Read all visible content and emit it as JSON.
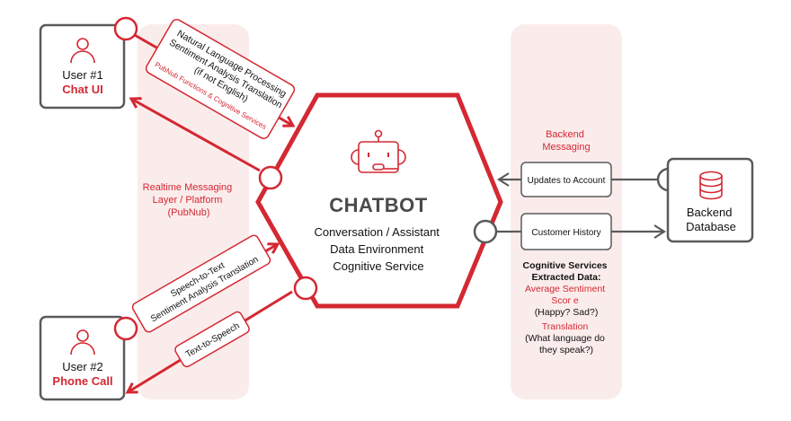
{
  "colors": {
    "accent": "#d42832",
    "dark": "#5a5a5a",
    "lane_bg": "#fbecec",
    "text": "#111111",
    "title_gray": "#4a4a4a"
  },
  "users": [
    {
      "title": "User #1",
      "subtitle": "Chat UI",
      "icon": "person-icon"
    },
    {
      "title": "User #2",
      "subtitle": "Phone Call",
      "icon": "person-icon"
    }
  ],
  "lanes": {
    "left": {
      "lines": [
        "Realtime Messaging",
        "Layer / Platform",
        "(PubNub)"
      ]
    },
    "right": {
      "lines": [
        "Backend",
        "Messaging"
      ]
    }
  },
  "chatbot": {
    "icon": "robot-icon",
    "title": "CHATBOT",
    "lines": [
      "Conversation / Assistant",
      "Data Environment",
      "Cognitive Service"
    ]
  },
  "tags": {
    "nlp": {
      "lines": [
        "Natural Language Processing",
        "Sentiment Analysis Translation",
        "(if not English)"
      ],
      "sub": "PubNub Functions & Cognitive Services"
    },
    "speech_to_text": {
      "lines": [
        "Speech-to-Text",
        "Sentiment Analysis Translation"
      ]
    },
    "text_to_speech": {
      "lines": [
        "Text-to-Speech"
      ]
    }
  },
  "backend_boxes": {
    "updates": "Updates to Account",
    "history": "Customer History"
  },
  "database": {
    "icon": "database-icon",
    "lines": [
      "Backend",
      "Database"
    ]
  },
  "extracted": {
    "heading": [
      "Cognitive Services",
      "Extracted Data:"
    ],
    "items": [
      {
        "label": [
          "Average Sentiment",
          "Scor e"
        ],
        "desc": [
          "(Happy? Sad?)"
        ]
      },
      {
        "label": [
          "Translation"
        ],
        "desc": [
          "(What language do",
          "they speak?)"
        ]
      }
    ]
  }
}
